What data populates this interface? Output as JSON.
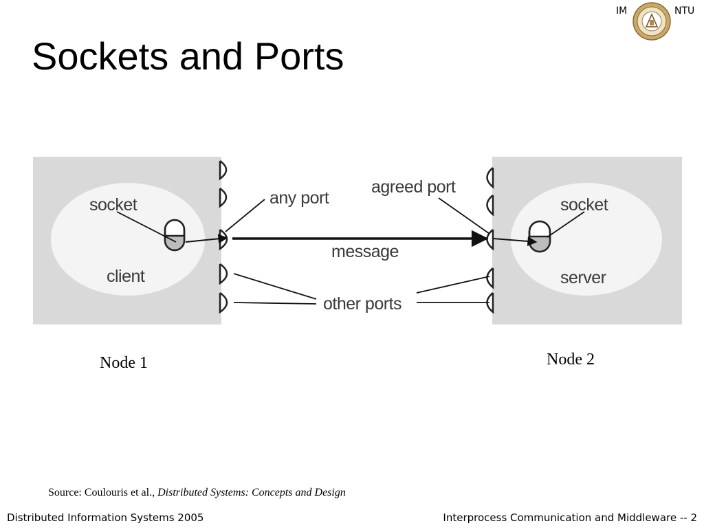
{
  "header": {
    "logo_left": "IM",
    "logo_right": "NTU",
    "seal_icon": "university-seal-icon"
  },
  "slide": {
    "title": "Sockets and Ports"
  },
  "diagram": {
    "labels": {
      "socket_left": "socket",
      "client": "client",
      "any_port": "any port",
      "message": "message",
      "agreed_port": "agreed port",
      "other_ports": "other ports",
      "socket_right": "socket",
      "server": "server"
    },
    "nodes": {
      "left": "Node 1",
      "right": "Node 2"
    },
    "colors": {
      "node_box": "#d9d9d9",
      "ellipse": "#f4f4f4",
      "lines": "#111111"
    }
  },
  "source": {
    "prefix": "Source: Coulouris et al., ",
    "book": "Distributed Systems: Concepts and Design"
  },
  "footer": {
    "left": "Distributed Information Systems 2005",
    "right": "Interprocess Communication and Middleware -- 2"
  }
}
